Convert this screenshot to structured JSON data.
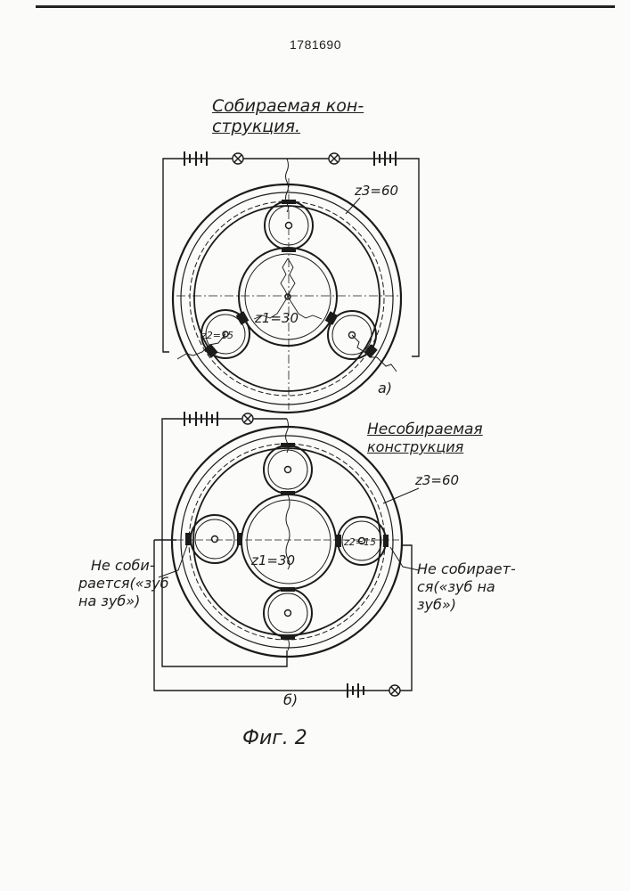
{
  "patent_number": "1781690",
  "view_a": {
    "title_line1": "Собираемая кон-",
    "title_line2": "струкция.",
    "ring_label": "z3=60",
    "sun_label": "z1=30",
    "planet_label": "z2=15",
    "caption": "a)"
  },
  "view_b": {
    "title_line1": "Несобираемая",
    "title_line2": "конструкция",
    "ring_label": "z3=60",
    "sun_label": "z1=30",
    "planet_label": "z2=15",
    "note_left_line1": "Не соби-",
    "note_left_line2": "рается(«зуб",
    "note_left_line3": "на зуб»)",
    "note_right_line1": "Не собирает-",
    "note_right_line2": "ся(«зуб на",
    "note_right_line3": "зуб»)",
    "caption": "б)"
  },
  "figure_caption": "Фиг. 2"
}
